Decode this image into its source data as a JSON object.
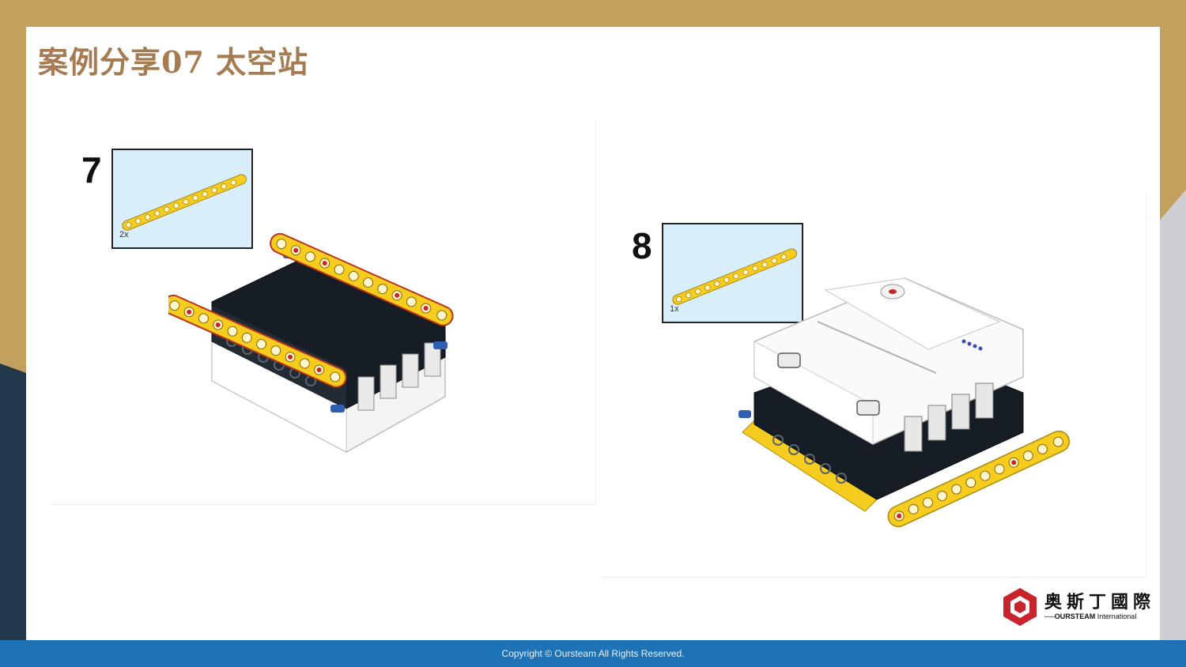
{
  "header": {
    "title": "案例分享07 太空站"
  },
  "steps": [
    {
      "number": "7",
      "quantity": "2x"
    },
    {
      "number": "8",
      "quantity": "1x"
    }
  ],
  "logo": {
    "name_cn": "奥斯丁國際",
    "name_en_brand": "OURSTEAM",
    "name_en_suffix": "International"
  },
  "footer": {
    "copyright": "Copyright © Oursteam All Rights Reserved."
  },
  "colors": {
    "background": "#c2a05e",
    "title": "#a77b52",
    "footer": "#1e73b6",
    "callout": "#d9eefb",
    "beam": "#f6cc1f",
    "hub_dark": "#171d24",
    "accent_red": "#c8242b"
  }
}
